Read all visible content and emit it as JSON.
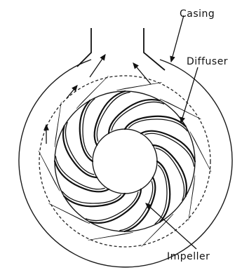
{
  "labels": {
    "casing": "Casing",
    "diffuser": "Diffuser",
    "impeller": "Impeller"
  },
  "colors": {
    "ink": "#111111",
    "background": "#ffffff"
  }
}
